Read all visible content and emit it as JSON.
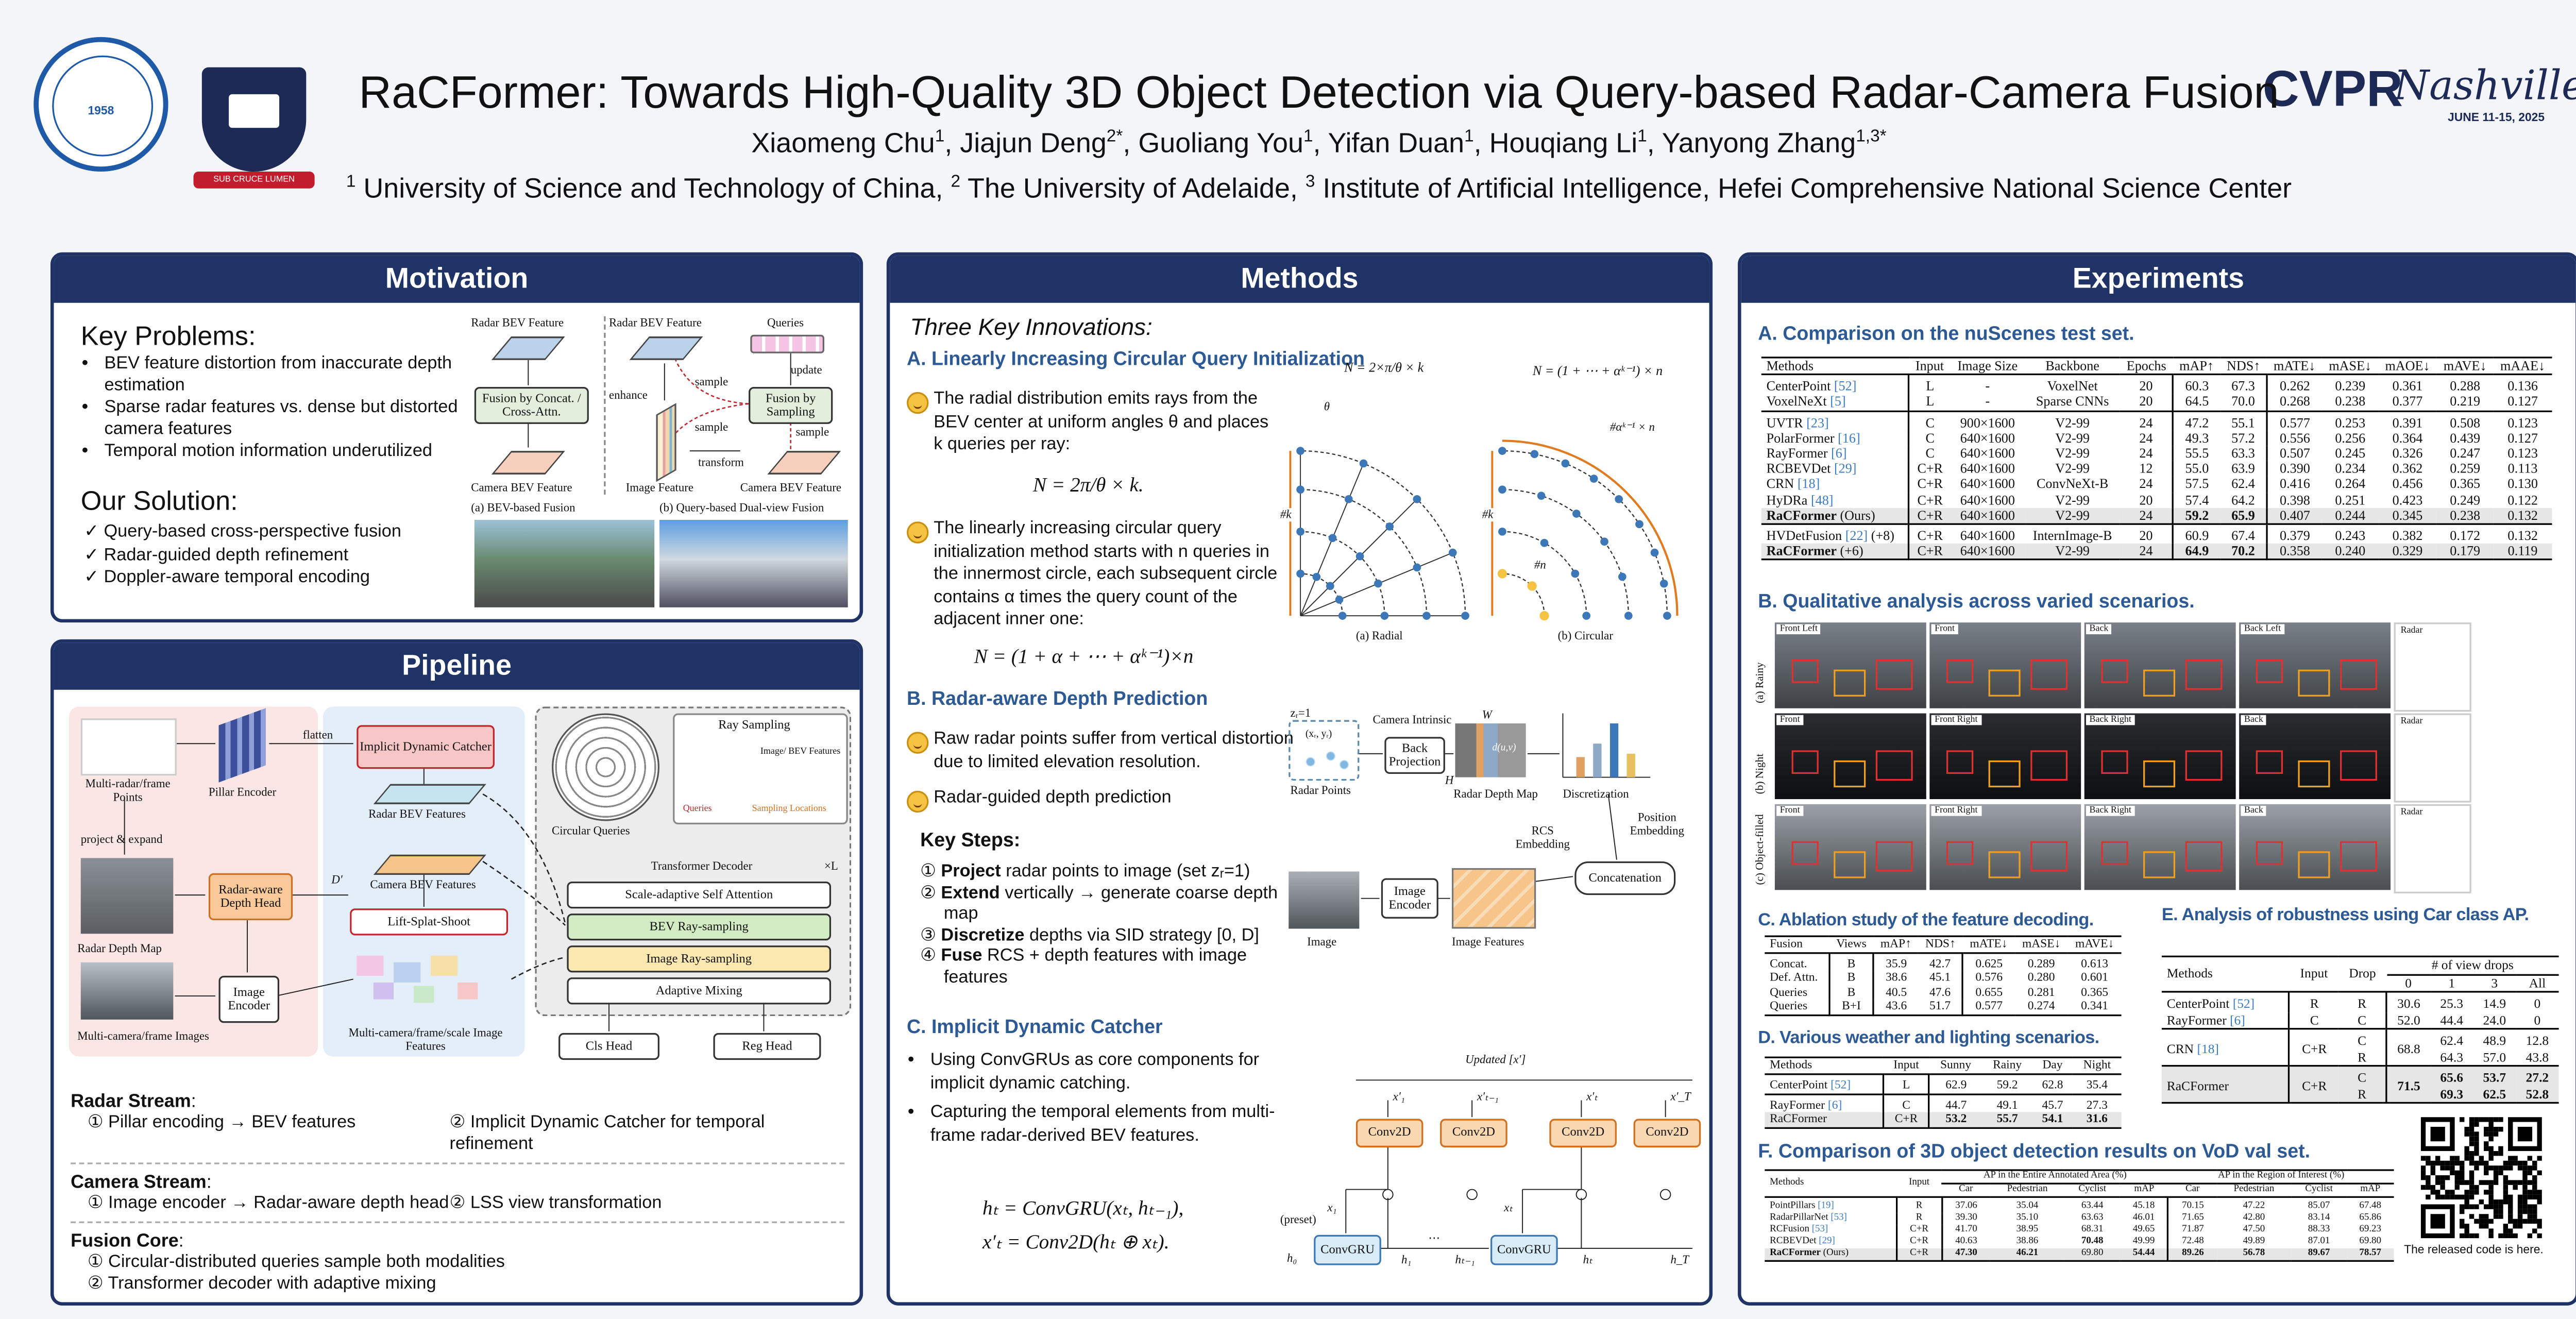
{
  "header": {
    "title": "RaCFormer: Towards High-Quality 3D Object Detection via Query-based Radar-Camera Fusion",
    "authors": [
      {
        "name": "Xiaomeng Chu",
        "sup": "1"
      },
      {
        "name": "Jiajun Deng",
        "sup": "2*"
      },
      {
        "name": "Guoliang You",
        "sup": "1"
      },
      {
        "name": "Yifan Duan",
        "sup": "1"
      },
      {
        "name": "Houqiang Li",
        "sup": "1"
      },
      {
        "name": "Yanyong Zhang",
        "sup": "1,3*"
      }
    ],
    "affiliations": [
      {
        "sup": "1",
        "name": "University of Science and Technology of China,"
      },
      {
        "sup": "2",
        "name": "The University of Adelaide,"
      },
      {
        "sup": "3",
        "name": "Institute of Artificial Intelligence, Hefei Comprehensive National Science Center"
      }
    ],
    "logos": {
      "ustc_year": "1958",
      "adelaide_motto": "SUB CRUCE LUMEN",
      "cvpr": "CVPR",
      "cvpr_city": "Nashville",
      "cvpr_dates": "JUNE 11-15, 2025"
    }
  },
  "motivation": {
    "title": "Motivation",
    "problems_heading": "Key Problems:",
    "problems": [
      "BEV feature distortion from inaccurate depth estimation",
      "Sparse radar features vs. dense but distorted camera features",
      "Temporal motion information underutilized"
    ],
    "solution_heading": "Our Solution:",
    "solutions": [
      "✓ Query-based cross-perspective fusion",
      "✓ Radar-guided depth refinement",
      "✓ Doppler-aware temporal encoding"
    ],
    "figure": {
      "radar_bev_a": "Radar BEV Feature",
      "fusion_a": "Fusion by Concat. / Cross-Attn.",
      "camera_bev_a": "Camera BEV Feature",
      "caption_a": "(a) BEV-based Fusion",
      "radar_bev_b": "Radar BEV Feature",
      "queries": "Queries",
      "update": "update",
      "enhance": "enhance",
      "sample1": "sample",
      "sample2": "sample",
      "sample3": "sample",
      "fusion_b": "Fusion by Sampling",
      "image_feature": "Image Feature",
      "transform": "transform",
      "camera_bev_b": "Camera BEV Feature",
      "caption_b": "(b) Query-based Dual-view Fusion"
    }
  },
  "pipeline": {
    "title": "Pipeline",
    "figure": {
      "radar_points": "Multi-radar/frame Points",
      "pillar_encoder": "Pillar Encoder",
      "flatten": "flatten",
      "idc": "Implicit Dynamic Catcher",
      "radar_bev": "Radar BEV Features",
      "project": "project  & expand",
      "radar_depth_map": "Radar Depth Map",
      "depth_head": "Radar-aware Depth Head",
      "d_prime": "D'",
      "camera_bev": "Camera BEV Features",
      "lss": "Lift-Splat-Shoot",
      "images": "Multi-camera/frame Images",
      "image_encoder": "Image Encoder",
      "image_features": "Multi-camera/frame/scale Image Features",
      "circular_queries": "Circular Queries",
      "ray_sampling": "Ray Sampling",
      "img_bev_features": "Image/ BEV Features",
      "queries_legend": "Queries",
      "sampling_legend": "Sampling Locations",
      "decoder": "Transformer Decoder",
      "times_l": "×L",
      "self_attn": "Scale-adaptive Self Attention",
      "bev_ray": "BEV Ray-sampling",
      "img_ray": "Image Ray-sampling",
      "mixing": "Adaptive Mixing",
      "cls_head": "Cls Head",
      "reg_head": "Reg Head"
    },
    "streams": [
      {
        "name": "Radar Stream",
        "items": [
          "① Pillar encoding → BEV features",
          "② Implicit Dynamic Catcher for temporal refinement"
        ]
      },
      {
        "name": "Camera Stream",
        "items": [
          "① Image encoder → Radar-aware depth head",
          "② LSS view transformation"
        ]
      },
      {
        "name": "Fusion Core",
        "items": [
          "① Circular-distributed queries sample both modalities",
          "② Transformer decoder with adaptive mixing"
        ]
      }
    ]
  },
  "methods": {
    "title": "Methods",
    "intro": "Three Key Innovations:",
    "a": {
      "heading": "A. Linearly Increasing Circular Query Initialization",
      "p1": "The radial distribution emits rays from the BEV center at uniform angles θ and places k queries per ray:",
      "f1": "N = 2π/θ × k.",
      "p2": "The linearly increasing circular query initialization method starts with n queries in the innermost circle, each subsequent circle contains α times the query count of the adjacent inner one:",
      "f2": "N = (1 + α + ⋯ + αᵏ⁻¹)×n",
      "fig_f1": "N = 2×π/θ × k",
      "fig_f2": "N = (1 + ⋯ + αᵏ⁻¹) × n",
      "theta": "θ",
      "k1": "#k",
      "k2": "#k",
      "ak": "#αᵏ⁻¹ × n",
      "n": "#n",
      "cap_a": "(a) Radial",
      "cap_b": "(b) Circular"
    },
    "b": {
      "heading": "B. Radar-aware Depth Prediction",
      "p1": "Raw radar points suffer from vertical distortion due to limited elevation resolution.",
      "p2": "Radar-guided depth prediction",
      "steps_heading": "Key Steps:",
      "steps": [
        {
          "num": "①",
          "bold": "Project",
          "rest": " radar points to image (set zᵣ=1)"
        },
        {
          "num": "②",
          "bold": "Extend",
          "rest": " vertically → generate coarse depth map"
        },
        {
          "num": "③",
          "bold": "Discretize",
          "rest": " depths via SID strategy [0, D]"
        },
        {
          "num": "④",
          "bold": "Fuse",
          "rest": " RCS + depth features with image features"
        }
      ],
      "fig": {
        "zr": "zᵣ=1",
        "xy": "(xᵣ, yᵣ)",
        "intrinsic": "Camera Intrinsic",
        "back_proj": "Back Projection",
        "radar_points": "Radar Points",
        "depth_map": "Radar Depth Map",
        "w": "W",
        "h": "H",
        "d": "d(u,v)",
        "discretization": "Discretization",
        "rcs": "RCS Embedding",
        "pos": "Position Embedding",
        "concat": "Concatenation",
        "image": "Image",
        "encoder": "Image Encoder",
        "features": "Image Features"
      }
    },
    "c": {
      "heading": "C. Implicit Dynamic Catcher",
      "bullets": [
        "Using ConvGRUs as core components for implicit dynamic catching.",
        "Capturing the temporal elements from multi-frame radar-derived BEV features."
      ],
      "f1": "hₜ = ConvGRU(xₜ, hₜ₋₁),",
      "f2": "x′ₜ = Conv2D(hₜ ⊕ xₜ).",
      "fig": {
        "updated": "Updated [x′]",
        "conv2d": "Conv2D",
        "convgru": "ConvGRU",
        "preset": "(preset)",
        "h0": "h₀",
        "h1": "h₁",
        "ht1": "hₜ₋₁",
        "ht": "hₜ",
        "hT": "h_T",
        "x1": "x₁",
        "xt": "xₜ",
        "xp1": "x′₁",
        "xpt1": "x′ₜ₋₁",
        "xpt": "x′ₜ",
        "xpT": "x′_T",
        "dots": "⋯"
      }
    }
  },
  "experiments": {
    "title": "Experiments",
    "a_heading": "A. Comparison on the nuScenes test set.",
    "b_heading": "B. Qualitative analysis across varied scenarios.",
    "c_heading": "C. Ablation study of the feature decoding.",
    "d_heading": "D. Various weather and lighting scenarios.",
    "e_heading": "E. Analysis of robustness using Car class AP.",
    "f_heading": "F. Comparison of 3D object detection results on VoD val set.",
    "qr_caption": "The released code is here.",
    "qualitative": {
      "rows": [
        {
          "label": "(a) Rainy",
          "views": [
            "Front Left",
            "Front",
            "Back",
            "Back Left",
            "Radar"
          ]
        },
        {
          "label": "(b) Night",
          "views": [
            "Front",
            "Front Right",
            "Back Right",
            "Back",
            "Radar"
          ]
        },
        {
          "label": "(c) Object-filled",
          "views": [
            "Front",
            "Front Right",
            "Back Right",
            "Back",
            "Radar"
          ]
        }
      ]
    },
    "nuscenes": {
      "header_rows": [
        [
          "Methods",
          "Input",
          "Image Size",
          "Backbone",
          "Epochs",
          "mAP↑",
          "NDS↑",
          "mATE↓",
          "mASE↓",
          "mAOE↓",
          "mAVE↓",
          "mAAE↓"
        ]
      ],
      "groups": [
        [
          {
            "cells": [
              {
                "t": "CenterPoint",
                "ref": "[52]"
              },
              "L",
              "-",
              "VoxelNet",
              "20",
              "60.3",
              "67.3",
              "0.262",
              "0.239",
              "0.361",
              "0.288",
              "0.136"
            ]
          },
          {
            "cells": [
              {
                "t": "VoxelNeXt",
                "ref": "[5]"
              },
              "L",
              "-",
              "Sparse CNNs",
              "20",
              "64.5",
              "70.0",
              "0.268",
              "0.238",
              "0.377",
              "0.219",
              "0.127"
            ]
          }
        ],
        [
          {
            "cells": [
              {
                "t": "UVTR",
                "ref": "[23]"
              },
              "C",
              "900×1600",
              "V2-99",
              "24",
              "47.2",
              "55.1",
              "0.577",
              "0.253",
              "0.391",
              "0.508",
              "0.123"
            ]
          },
          {
            "cells": [
              {
                "t": "PolarFormer",
                "ref": "[16]"
              },
              "C",
              "640×1600",
              "V2-99",
              "24",
              "49.3",
              "57.2",
              "0.556",
              "0.256",
              "0.364",
              "0.439",
              "0.127"
            ]
          },
          {
            "cells": [
              {
                "t": "RayFormer",
                "ref": "[6]"
              },
              "C",
              "640×1600",
              "V2-99",
              "24",
              "55.5",
              "63.3",
              "0.507",
              "0.245",
              "0.326",
              "0.247",
              "0.123"
            ]
          },
          {
            "cells": [
              {
                "t": "RCBEVDet",
                "ref": "[29]"
              },
              "C+R",
              "640×1600",
              "V2-99",
              "12",
              "55.0",
              "63.9",
              "0.390",
              "0.234",
              "0.362",
              "0.259",
              "0.113"
            ]
          },
          {
            "cells": [
              {
                "t": "CRN",
                "ref": "[18]"
              },
              "C+R",
              "640×1600",
              "ConvNeXt-B",
              "24",
              "57.5",
              "62.4",
              "0.416",
              "0.264",
              "0.456",
              "0.365",
              "0.130"
            ]
          },
          {
            "cells": [
              {
                "t": "HyDRa",
                "ref": "[48]"
              },
              "C+R",
              "640×1600",
              "V2-99",
              "20",
              "57.4",
              "64.2",
              "0.398",
              "0.251",
              "0.423",
              "0.249",
              "0.122"
            ]
          },
          {
            "cells": [
              {
                "t": "RaCFormer",
                "tail": "(Ours)"
              },
              "C+R",
              "640×1600",
              "V2-99",
              "24",
              "59.2",
              "65.9",
              "0.407",
              "0.244",
              "0.345",
              "0.238",
              "0.132"
            ],
            "hl": true,
            "bold": [
              0,
              5,
              6
            ]
          }
        ],
        [
          {
            "cells": [
              {
                "t": "HVDetFusion",
                "ref": "[22]",
                "tail": "(+8)"
              },
              "C+R",
              "640×1600",
              "InternImage-B",
              "20",
              "60.9",
              "67.4",
              "0.379",
              "0.243",
              "0.382",
              "0.172",
              "0.132"
            ]
          },
          {
            "cells": [
              {
                "t": "RaCFormer",
                "tail": "(+6)"
              },
              "C+R",
              "640×1600",
              "V2-99",
              "24",
              "64.9",
              "70.2",
              "0.358",
              "0.240",
              "0.329",
              "0.179",
              "0.119"
            ],
            "hl": true,
            "bold": [
              0,
              5,
              6
            ]
          }
        ]
      ]
    },
    "ablation": {
      "header_rows": [
        [
          "Fusion",
          "Views",
          "mAP↑",
          "NDS↑",
          "mATE↓",
          "mASE↓",
          "mAVE↓"
        ]
      ],
      "groups": [
        [
          {
            "cells": [
              "Concat.",
              "B",
              "35.9",
              "42.7",
              "0.625",
              "0.289",
              "0.613"
            ]
          },
          {
            "cells": [
              "Def. Attn.",
              "B",
              "38.6",
              "45.1",
              "0.576",
              "0.280",
              "0.601"
            ]
          },
          {
            "cells": [
              "Queries",
              "B",
              "40.5",
              "47.6",
              "0.655",
              "0.281",
              "0.365"
            ]
          },
          {
            "cells": [
              "Queries",
              "B+I",
              "43.6",
              "51.7",
              "0.577",
              "0.274",
              "0.341"
            ]
          }
        ]
      ]
    },
    "weather": {
      "header_rows": [
        [
          "Methods",
          "Input",
          "Sunny",
          "Rainy",
          "Day",
          "Night"
        ]
      ],
      "groups": [
        [
          {
            "cells": [
              {
                "t": "CenterPoint",
                "ref": "[52]"
              },
              "L",
              "62.9",
              "59.2",
              "62.8",
              "35.4"
            ]
          }
        ],
        [
          {
            "cells": [
              {
                "t": "RayFormer",
                "ref": "[6]"
              },
              "C",
              "44.7",
              "49.1",
              "45.7",
              "27.3"
            ]
          },
          {
            "cells": [
              "RaCFormer",
              "C+R",
              "53.2",
              "55.7",
              "54.1",
              "31.6"
            ],
            "hl": true,
            "bold": [
              2,
              3,
              4,
              5
            ]
          }
        ]
      ]
    },
    "robustness": {
      "header_rows": [
        [
          {
            "t": "Methods",
            "rs": 2
          },
          {
            "t": "Input",
            "rs": 2
          },
          {
            "t": "Drop",
            "rs": 2
          },
          {
            "t": "# of view drops",
            "cs": 4
          }
        ],
        [
          "0",
          "1",
          "3",
          "All"
        ]
      ],
      "groups": [
        [
          {
            "cells": [
              {
                "t": "CenterPoint",
                "ref": "[52]"
              },
              "R",
              "R",
              "30.6",
              "25.3",
              "14.9",
              "0"
            ]
          },
          {
            "cells": [
              {
                "t": "RayFormer",
                "ref": "[6]"
              },
              "C",
              "C",
              "52.0",
              "44.4",
              "24.0",
              "0"
            ]
          }
        ],
        [
          {
            "cells": [
              {
                "t": "CRN",
                "ref": "[18]"
              },
              "C+R",
              "C\nR",
              "68.8",
              "62.4\n64.3",
              "48.9\n57.0",
              "12.8\n43.8"
            ]
          }
        ],
        [
          {
            "cells": [
              "RaCFormer",
              "C+R",
              "C\nR",
              "71.5",
              "65.6\n69.3",
              "53.7\n62.5",
              "27.2\n52.8"
            ],
            "hl": true,
            "bold": [
              3,
              4,
              5,
              6
            ]
          }
        ]
      ]
    },
    "vod": {
      "header_rows": [
        [
          {
            "t": "Methods",
            "rs": 2
          },
          {
            "t": "Input",
            "rs": 2
          },
          {
            "t": "AP in the Entire Annotated Area (%)",
            "cs": 4
          },
          {
            "t": "AP in the Region of Interest (%)",
            "cs": 4
          }
        ],
        [
          "Car",
          "Pedestrian",
          "Cyclist",
          "mAP",
          "Car",
          "Pedestrian",
          "Cyclist",
          "mAP"
        ]
      ],
      "groups": [
        [
          {
            "cells": [
              {
                "t": "PointPillars",
                "ref": "[19]"
              },
              "R",
              "37.06",
              "35.04",
              "63.44",
              "45.18",
              "70.15",
              "47.22",
              "85.07",
              "67.48"
            ]
          },
          {
            "cells": [
              {
                "t": "RadarPillarNet",
                "ref": "[53]"
              },
              "R",
              "39.30",
              "35.10",
              "63.63",
              "46.01",
              "71.65",
              "42.80",
              "83.14",
              "65.86"
            ]
          },
          {
            "cells": [
              {
                "t": "RCFusion",
                "ref": "[53]"
              },
              "C+R",
              "41.70",
              "38.95",
              "68.31",
              "49.65",
              "71.87",
              "47.50",
              "88.33",
              "69.23"
            ]
          },
          {
            "cells": [
              {
                "t": "RCBEVDet",
                "ref": "[29]"
              },
              "C+R",
              "40.63",
              "38.86",
              "70.48",
              "49.99",
              "72.48",
              "49.89",
              "87.01",
              "69.80"
            ],
            "bold": [
              4
            ]
          },
          {
            "cells": [
              {
                "t": "RaCFormer",
                "tail": "(Ours)"
              },
              "C+R",
              "47.30",
              "46.21",
              "69.80",
              "54.44",
              "89.26",
              "56.78",
              "89.67",
              "78.57"
            ],
            "hl": true,
            "bold": [
              0,
              2,
              3,
              5,
              6,
              7,
              8,
              9
            ]
          }
        ]
      ]
    }
  },
  "colors": {
    "navy": "#1f3366",
    "accent_blue": "#2d5a94",
    "ref_blue": "#3c7cc0",
    "highlight_gray": "#e6e6e6"
  }
}
